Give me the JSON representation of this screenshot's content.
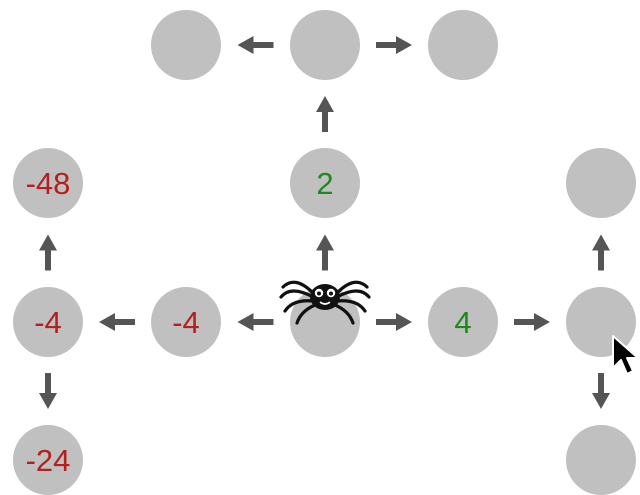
{
  "colors": {
    "node_fill": "#c0c0c0",
    "arrow": "#555555",
    "positive": "#1e8a1e",
    "negative": "#b41f1f",
    "spider": "#111111"
  },
  "nodes": [
    {
      "id": "top-left",
      "value": "",
      "sign": "none"
    },
    {
      "id": "top-center",
      "value": "",
      "sign": "none"
    },
    {
      "id": "top-right",
      "value": "",
      "sign": "none"
    },
    {
      "id": "mid-left",
      "value": "-48",
      "sign": "negative"
    },
    {
      "id": "mid-center",
      "value": "2",
      "sign": "positive"
    },
    {
      "id": "mid-right",
      "value": "",
      "sign": "none"
    },
    {
      "id": "row3-a",
      "value": "-4",
      "sign": "negative"
    },
    {
      "id": "row3-b",
      "value": "-4",
      "sign": "negative"
    },
    {
      "id": "row3-center",
      "value": "",
      "sign": "none"
    },
    {
      "id": "row3-d",
      "value": "4",
      "sign": "positive"
    },
    {
      "id": "row3-e",
      "value": "",
      "sign": "none"
    },
    {
      "id": "bottom-left",
      "value": "-24",
      "sign": "negative"
    },
    {
      "id": "bottom-right",
      "value": "",
      "sign": "none"
    }
  ],
  "arrows": [
    {
      "from": "top-center",
      "to": "top-left",
      "direction": "left"
    },
    {
      "from": "top-center",
      "to": "top-right",
      "direction": "right"
    },
    {
      "from": "mid-center",
      "to": "top-center",
      "direction": "up"
    },
    {
      "from": "row3-center",
      "to": "mid-center",
      "direction": "up"
    },
    {
      "from": "row3-center",
      "to": "row3-b",
      "direction": "left"
    },
    {
      "from": "row3-b",
      "to": "row3-a",
      "direction": "left"
    },
    {
      "from": "row3-a",
      "to": "mid-left",
      "direction": "up"
    },
    {
      "from": "row3-a",
      "to": "bottom-left",
      "direction": "down"
    },
    {
      "from": "row3-center",
      "to": "row3-d",
      "direction": "right"
    },
    {
      "from": "row3-d",
      "to": "row3-e",
      "direction": "right"
    },
    {
      "from": "row3-e",
      "to": "mid-right",
      "direction": "up"
    },
    {
      "from": "row3-e",
      "to": "bottom-right",
      "direction": "down"
    }
  ],
  "player": {
    "icon": "spider-icon",
    "node": "row3-center"
  },
  "pointer": {
    "icon": "mouse-cursor-icon",
    "node": "row3-e"
  }
}
